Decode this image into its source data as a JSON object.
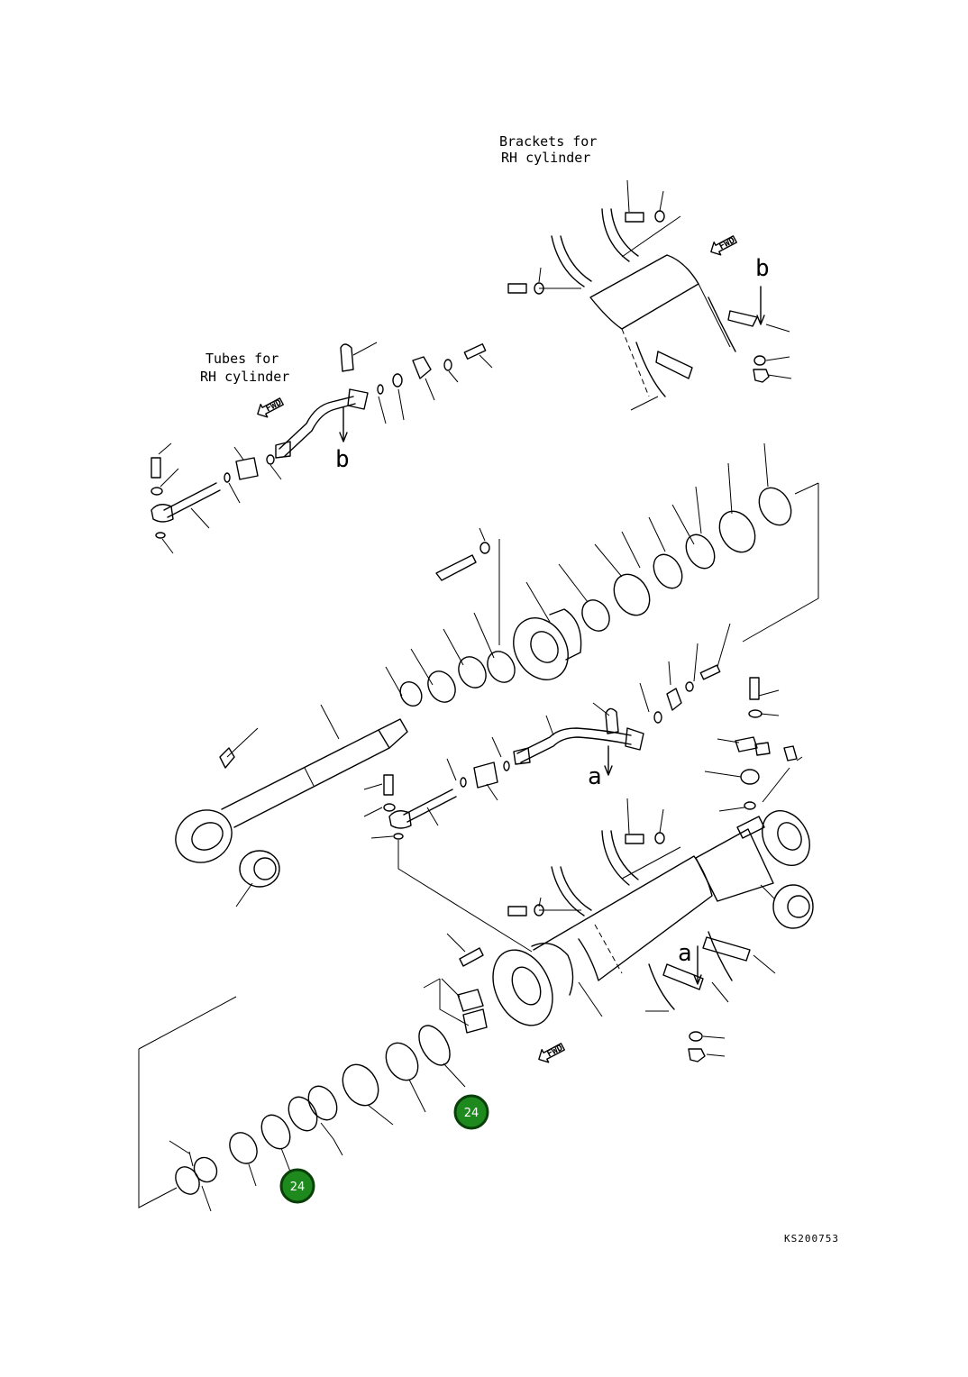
{
  "labels": {
    "brackets_line1": "Brackets for",
    "brackets_line2": "RH cylinder",
    "tubes_line1": "Tubes for",
    "tubes_line2": "RH cylinder",
    "fwd": "FWD",
    "ref_a": "a",
    "ref_b": "b",
    "drawing_code": "KS200753"
  },
  "callouts": [
    {
      "number": "24"
    },
    {
      "number": "24"
    }
  ],
  "colors": {
    "badge_fill": "#1e8a1e",
    "badge_ring": "#0a3f0a",
    "line": "#000000"
  }
}
